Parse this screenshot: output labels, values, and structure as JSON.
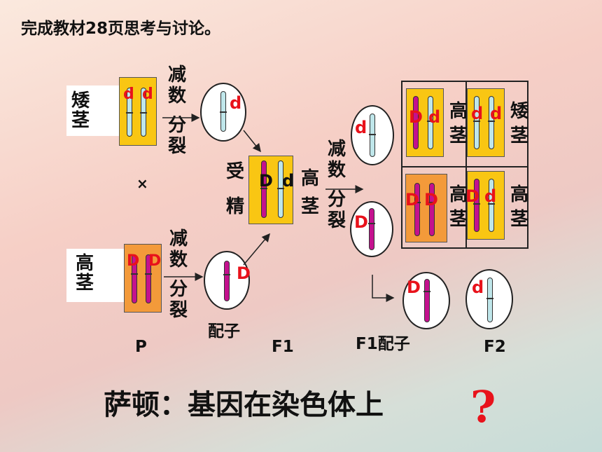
{
  "instruction": "完成教材28页思考与讨论。",
  "parents": {
    "dwarf_label": "矮茎",
    "tall_label": "高茎",
    "cross_symbol": "×",
    "dwarf_alleles": [
      "d",
      "d"
    ],
    "tall_alleles": [
      "D",
      "D"
    ]
  },
  "meiosis_label_top": [
    "减",
    "数",
    "分",
    "裂"
  ],
  "meiosis_label_bottom": [
    "减",
    "数",
    "分",
    "裂"
  ],
  "gametes": {
    "dwarf": "d",
    "tall": "D",
    "label": "配子"
  },
  "fertilization": [
    "受",
    "精"
  ],
  "f1": {
    "alleles": [
      "D",
      "d"
    ],
    "phenotype": [
      "高",
      "茎"
    ]
  },
  "f1_meiosis": [
    "减",
    "数",
    "分",
    "裂"
  ],
  "f1_gametes": [
    "d",
    "D"
  ],
  "punnett": {
    "cell_tl": {
      "alleles": [
        "D",
        "d"
      ],
      "phenotype": [
        "高",
        "茎"
      ]
    },
    "cell_tr": {
      "alleles": [
        "d",
        "d"
      ],
      "phenotype": [
        "矮",
        "茎"
      ]
    },
    "cell_bl": {
      "alleles": [
        "D",
        "D"
      ],
      "phenotype": [
        "高",
        "茎"
      ]
    },
    "cell_br": {
      "alleles": [
        "D",
        "d"
      ],
      "phenotype": [
        "高",
        "茎"
      ]
    }
  },
  "side_gametes": [
    "D",
    "d"
  ],
  "generation_labels": {
    "p": "P",
    "f1": "F1",
    "f1_gametes": "F1配子",
    "f2": "F2"
  },
  "conclusion": "萨顿：基因在染色体上",
  "question_mark": "?",
  "colors": {
    "yellow": "#f9c613",
    "orange": "#f39a3a",
    "magenta": "#c4118e",
    "light_blue": "#bfe6ea",
    "red": "#e8121b"
  }
}
